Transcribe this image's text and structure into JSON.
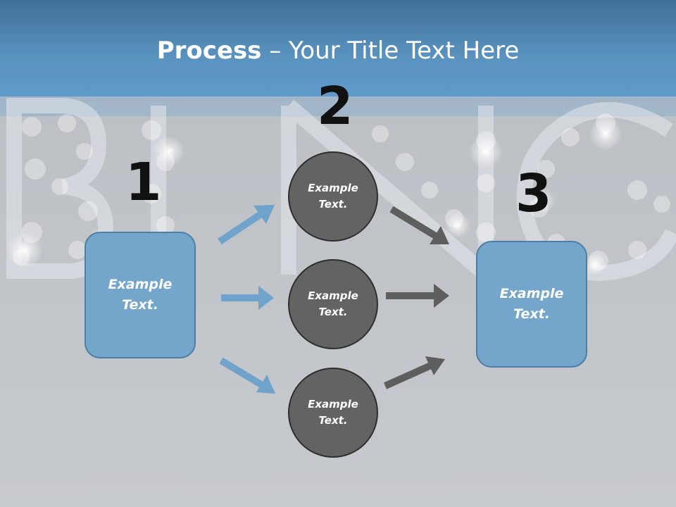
{
  "title": {
    "bold": "Process",
    "rest": " – Your Title Text Here"
  },
  "steps": {
    "one": "1",
    "two": "2",
    "three": "3"
  },
  "left_box": {
    "line1": "Example",
    "line2": "Text."
  },
  "right_box": {
    "line1": "Example",
    "line2": "Text."
  },
  "circles": [
    {
      "line1": "Example",
      "line2": "Text."
    },
    {
      "line1": "Example",
      "line2": "Text."
    },
    {
      "line1": "Example",
      "line2": "Text."
    }
  ],
  "colors": {
    "header": "#5a93c0",
    "box_fill": "#74a6cb",
    "circle_fill": "#636363",
    "blue_arrow": "#6fa3cb",
    "gray_arrow": "#5e5e5e"
  }
}
